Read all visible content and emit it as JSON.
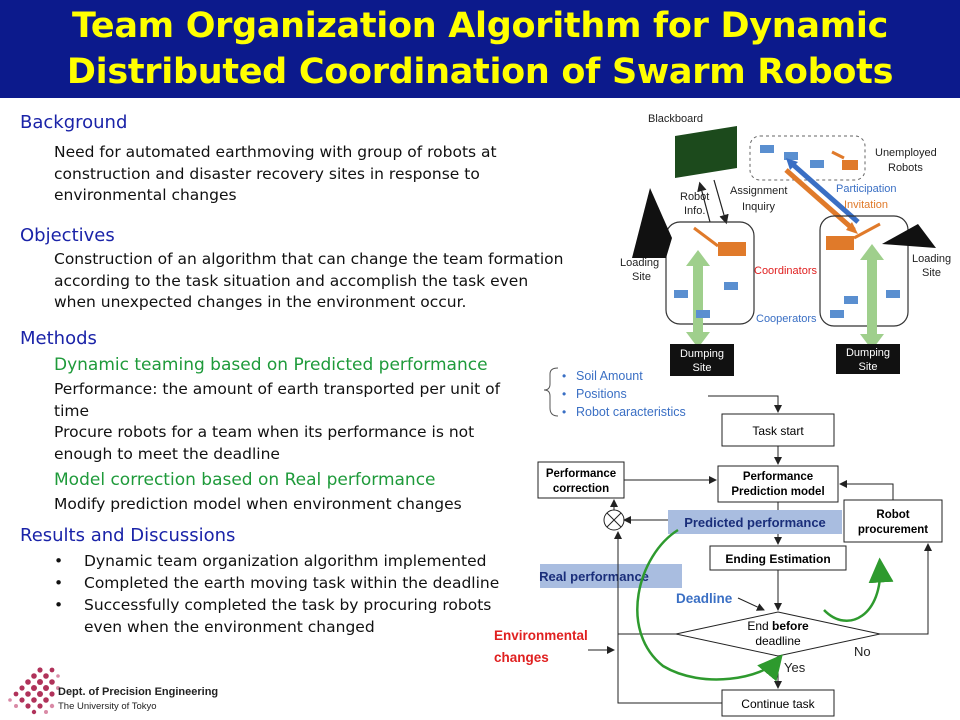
{
  "title": {
    "line1": "Team Organization Algorithm for Dynamic",
    "line2": "Distributed Coordination of Swarm Robots"
  },
  "background": {
    "heading": "Background",
    "lines": [
      "Need for automated earthmoving with group of robots at",
      "construction and disaster recovery sites in response to",
      "environmental changes"
    ]
  },
  "objectives": {
    "heading": "Objectives",
    "lines": [
      "Construction of an algorithm that can change the team formation",
      "according to the task situation and accomplish the task even",
      "when unexpected changes in the environment occur."
    ]
  },
  "methods": {
    "heading": "Methods",
    "sub1": "Dynamic teaming based on Predicted performance",
    "sub1_lines": [
      "Performance: the amount of earth transported per unit of",
      "time",
      "Procure robots for a team when its performance is not",
      "enough to meet the deadline"
    ],
    "sub2": "Model correction based on Real performance",
    "sub2_lines": [
      "Modify prediction model when environment changes"
    ]
  },
  "results": {
    "heading": "Results and Discussions",
    "bullets": [
      "Dynamic team organization algorithm implemented",
      "Completed the earth moving task within the deadline",
      "Successfully completed the task by procuring robots",
      "even when the environment changed"
    ]
  },
  "logo": {
    "dept": "Dept. of Precision Engineering",
    "univ": "The University of Tokyo"
  },
  "diagram": {
    "blackboard": "Blackboard",
    "unemployed1": "Unemployed",
    "unemployed2": "Robots",
    "participation": "Participation",
    "invitation": "Invitation",
    "robot_info1": "Robot",
    "robot_info2": "Info.",
    "assignment1": "Assignment",
    "assignment2": "Inquiry",
    "loading1": "Loading",
    "loading2": "Site",
    "coordinators": "Coordinators",
    "cooperators": "Cooperators",
    "dumping1": "Dumping",
    "dumping2": "Site"
  },
  "flow": {
    "inputs": [
      "Soil Amount",
      "Positions",
      "Robot caracteristics"
    ],
    "task_start": "Task start",
    "perf_correction1": "Performance",
    "perf_correction2": "correction",
    "perf_model1": "Performance",
    "perf_model2": "Prediction model",
    "predicted": "Predicted performance",
    "robot_proc1": "Robot",
    "robot_proc2": "procurement",
    "ending": "Ending Estimation",
    "real": "Real performance",
    "deadline": "Deadline",
    "env1": "Environmental",
    "env2": "changes",
    "end_before1": "End ",
    "end_before_bold": "before",
    "end_before2": "deadline",
    "no": "No",
    "yes": "Yes",
    "continue": "Continue task"
  },
  "colors": {
    "title_bg": "#0c1a8c",
    "title_text": "#ffff00",
    "heading": "#1a23a8",
    "green": "#1e9a3a",
    "predicted_bg": "#a9bde0",
    "env_red": "#e02020"
  }
}
